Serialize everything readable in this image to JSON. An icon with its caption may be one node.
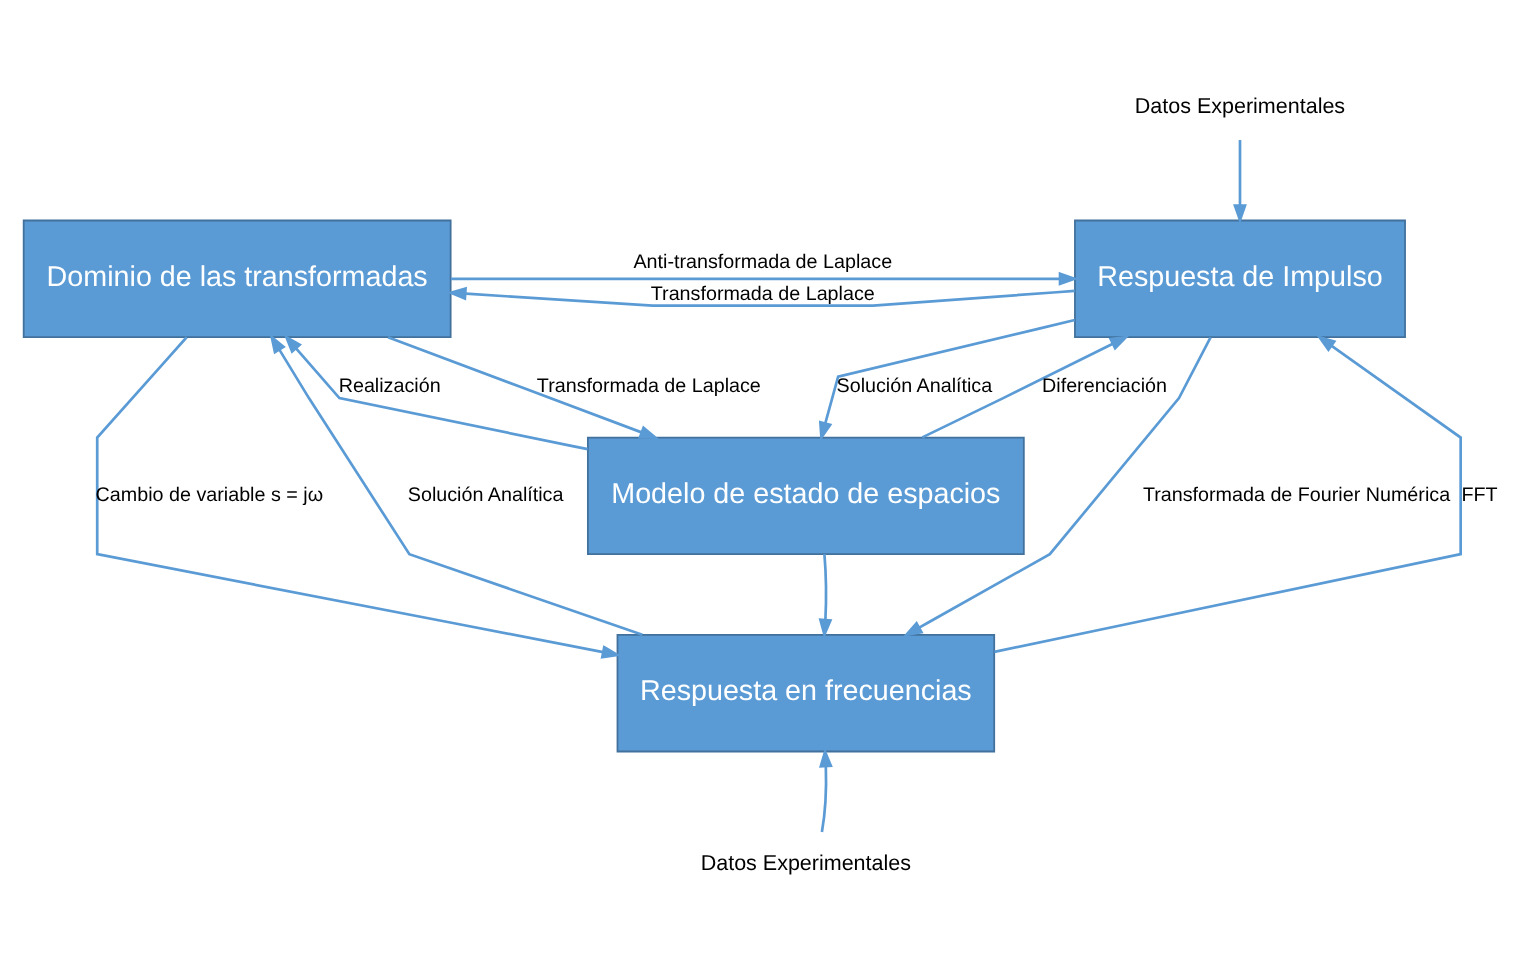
{
  "diagram": {
    "nodes": [
      {
        "text": [
          "Datos Experimentales"
        ]
      },
      {
        "text": [
          "Dominio de las transformadas"
        ]
      },
      {
        "text": [
          "Respuesta de Impulso"
        ]
      },
      {
        "text": [
          "Modelo de estado de espacios"
        ]
      },
      {
        "text": [
          "Respuesta en frecuencias"
        ]
      },
      {
        "text": [
          "Datos Experimentales"
        ]
      }
    ],
    "edges": [
      {
        "from": 2,
        "to": 1,
        "arrow": "to",
        "label": "Transformada de Laplace"
      },
      {
        "from": 1,
        "to": 2,
        "arrow": "to",
        "label": "Anti-transformada de Laplace"
      },
      {
        "from": 0,
        "to": 2,
        "arrow": "to"
      },
      {
        "from": 3,
        "to": 1,
        "arrow": "to",
        "label": "Realización"
      },
      {
        "from": 1,
        "to": 3,
        "arrow": "to",
        "label": "Transformada de Laplace"
      },
      {
        "from": 3,
        "to": 2,
        "arrow": "to",
        "label": "Diferenciación"
      },
      {
        "from": 2,
        "to": 3,
        "arrow": "to",
        "label": "Solución Analítica"
      },
      {
        "from": 3,
        "to": 4,
        "arrow": "to"
      },
      {
        "from": 4,
        "to": 1,
        "arrow": "to",
        "label": "Solución Analítica"
      },
      {
        "from": 1,
        "to": 4,
        "arrow": "to",
        "label": "Cambio de variable s = jω"
      },
      {
        "from": 2,
        "to": 4,
        "arrow": "to",
        "label": "Transformada de Fourier Numérica"
      },
      {
        "from": 4,
        "to": 2,
        "arrow": "to",
        "label": "FFT"
      },
      {
        "from": 5,
        "to": 4,
        "arrow": "to"
      }
    ]
  }
}
